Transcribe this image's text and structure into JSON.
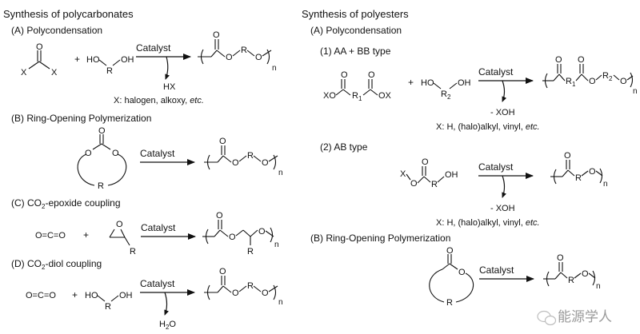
{
  "left": {
    "title": "Synthesis of polycarbonates",
    "a": {
      "heading": "(A) Polycondensation",
      "catalyst": "Catalyst",
      "byproduct": "HX",
      "note_prefix": "X: halogen, alkoxy, ",
      "note_italic": "etc."
    },
    "b": {
      "heading": "(B) Ring-Opening Polymerization",
      "catalyst": "Catalyst"
    },
    "c": {
      "heading_pre": "(C) CO",
      "heading_sub": "2",
      "heading_post": "-epoxide coupling",
      "catalyst": "Catalyst",
      "reactant": "O=C=O"
    },
    "d": {
      "heading_pre": "(D) CO",
      "heading_sub": "2",
      "heading_post": "-diol coupling",
      "catalyst": "Catalyst",
      "reactant": "O=C=O",
      "byproduct_pre": "H",
      "byproduct_sub": "2",
      "byproduct_post": "O"
    }
  },
  "right": {
    "title": "Synthesis of polyesters",
    "a": {
      "heading": "(A) Polycondensation",
      "sub1": {
        "heading": "(1) AA + BB type",
        "catalyst": "Catalyst",
        "byproduct": "- XOH",
        "note_prefix": "X: H, (halo)alkyl, vinyl, ",
        "note_italic": "etc."
      },
      "sub2": {
        "heading": "(2) AB type",
        "catalyst": "Catalyst",
        "byproduct": "- XOH",
        "note_prefix": "X: H, (halo)alkyl, vinyl, ",
        "note_italic": "etc."
      }
    },
    "b": {
      "heading": "(B) Ring-Opening Polymerization",
      "catalyst": "Catalyst"
    }
  },
  "atoms": {
    "X": "X",
    "O": "O",
    "R": "R",
    "HO": "HO",
    "OH": "OH",
    "XO": "XO",
    "OX": "OX",
    "R1": "R",
    "R1sub": "1",
    "R2": "R",
    "R2sub": "2",
    "n": "n",
    "plus": "+"
  },
  "watermark": "能源学人"
}
